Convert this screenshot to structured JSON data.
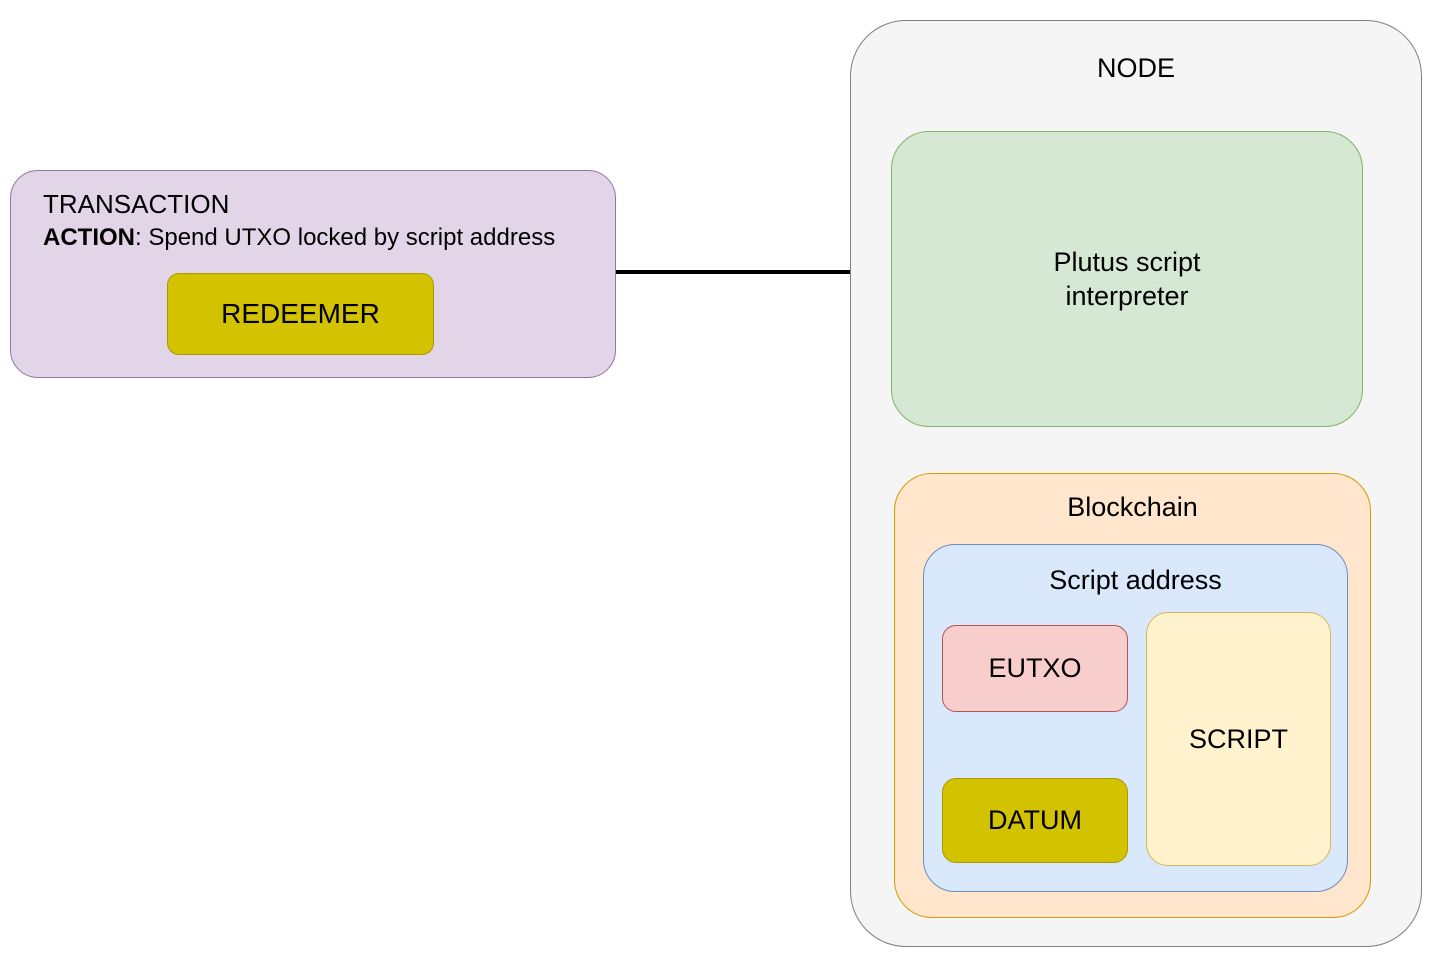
{
  "diagram": {
    "transaction": {
      "title": "TRANSACTION",
      "action_label": "ACTION",
      "action_text": ": Spend UTXO locked by script address",
      "redeemer_label": "REDEEMER"
    },
    "node": {
      "title": "NODE",
      "plutus_interpreter": {
        "line1": "Plutus script",
        "line2": "interpreter"
      },
      "blockchain": {
        "title": "Blockchain",
        "script_address": {
          "title": "Script address",
          "eutxo_label": "EUTXO",
          "datum_label": "DATUM",
          "script_label": "SCRIPT"
        }
      }
    },
    "colors": {
      "purple_fill": "#E1D5E7",
      "purple_stroke": "#9673A6",
      "gold_fill": "#D3C200",
      "gold_stroke": "#A89A00",
      "gray_fill": "#F5F5F5",
      "gray_stroke": "#7F7F7F",
      "green_fill": "#D5E8D4",
      "green_stroke": "#82B366",
      "orange_fill": "#FFE6CC",
      "orange_stroke": "#D79B00",
      "blue_fill": "#DAE8FC",
      "blue_stroke": "#6C8EBF",
      "red_fill": "#F8CECC",
      "red_stroke": "#B85450",
      "yellow_fill": "#FFF2CC",
      "yellow_stroke": "#D6B656",
      "arrow": "#000000"
    }
  }
}
